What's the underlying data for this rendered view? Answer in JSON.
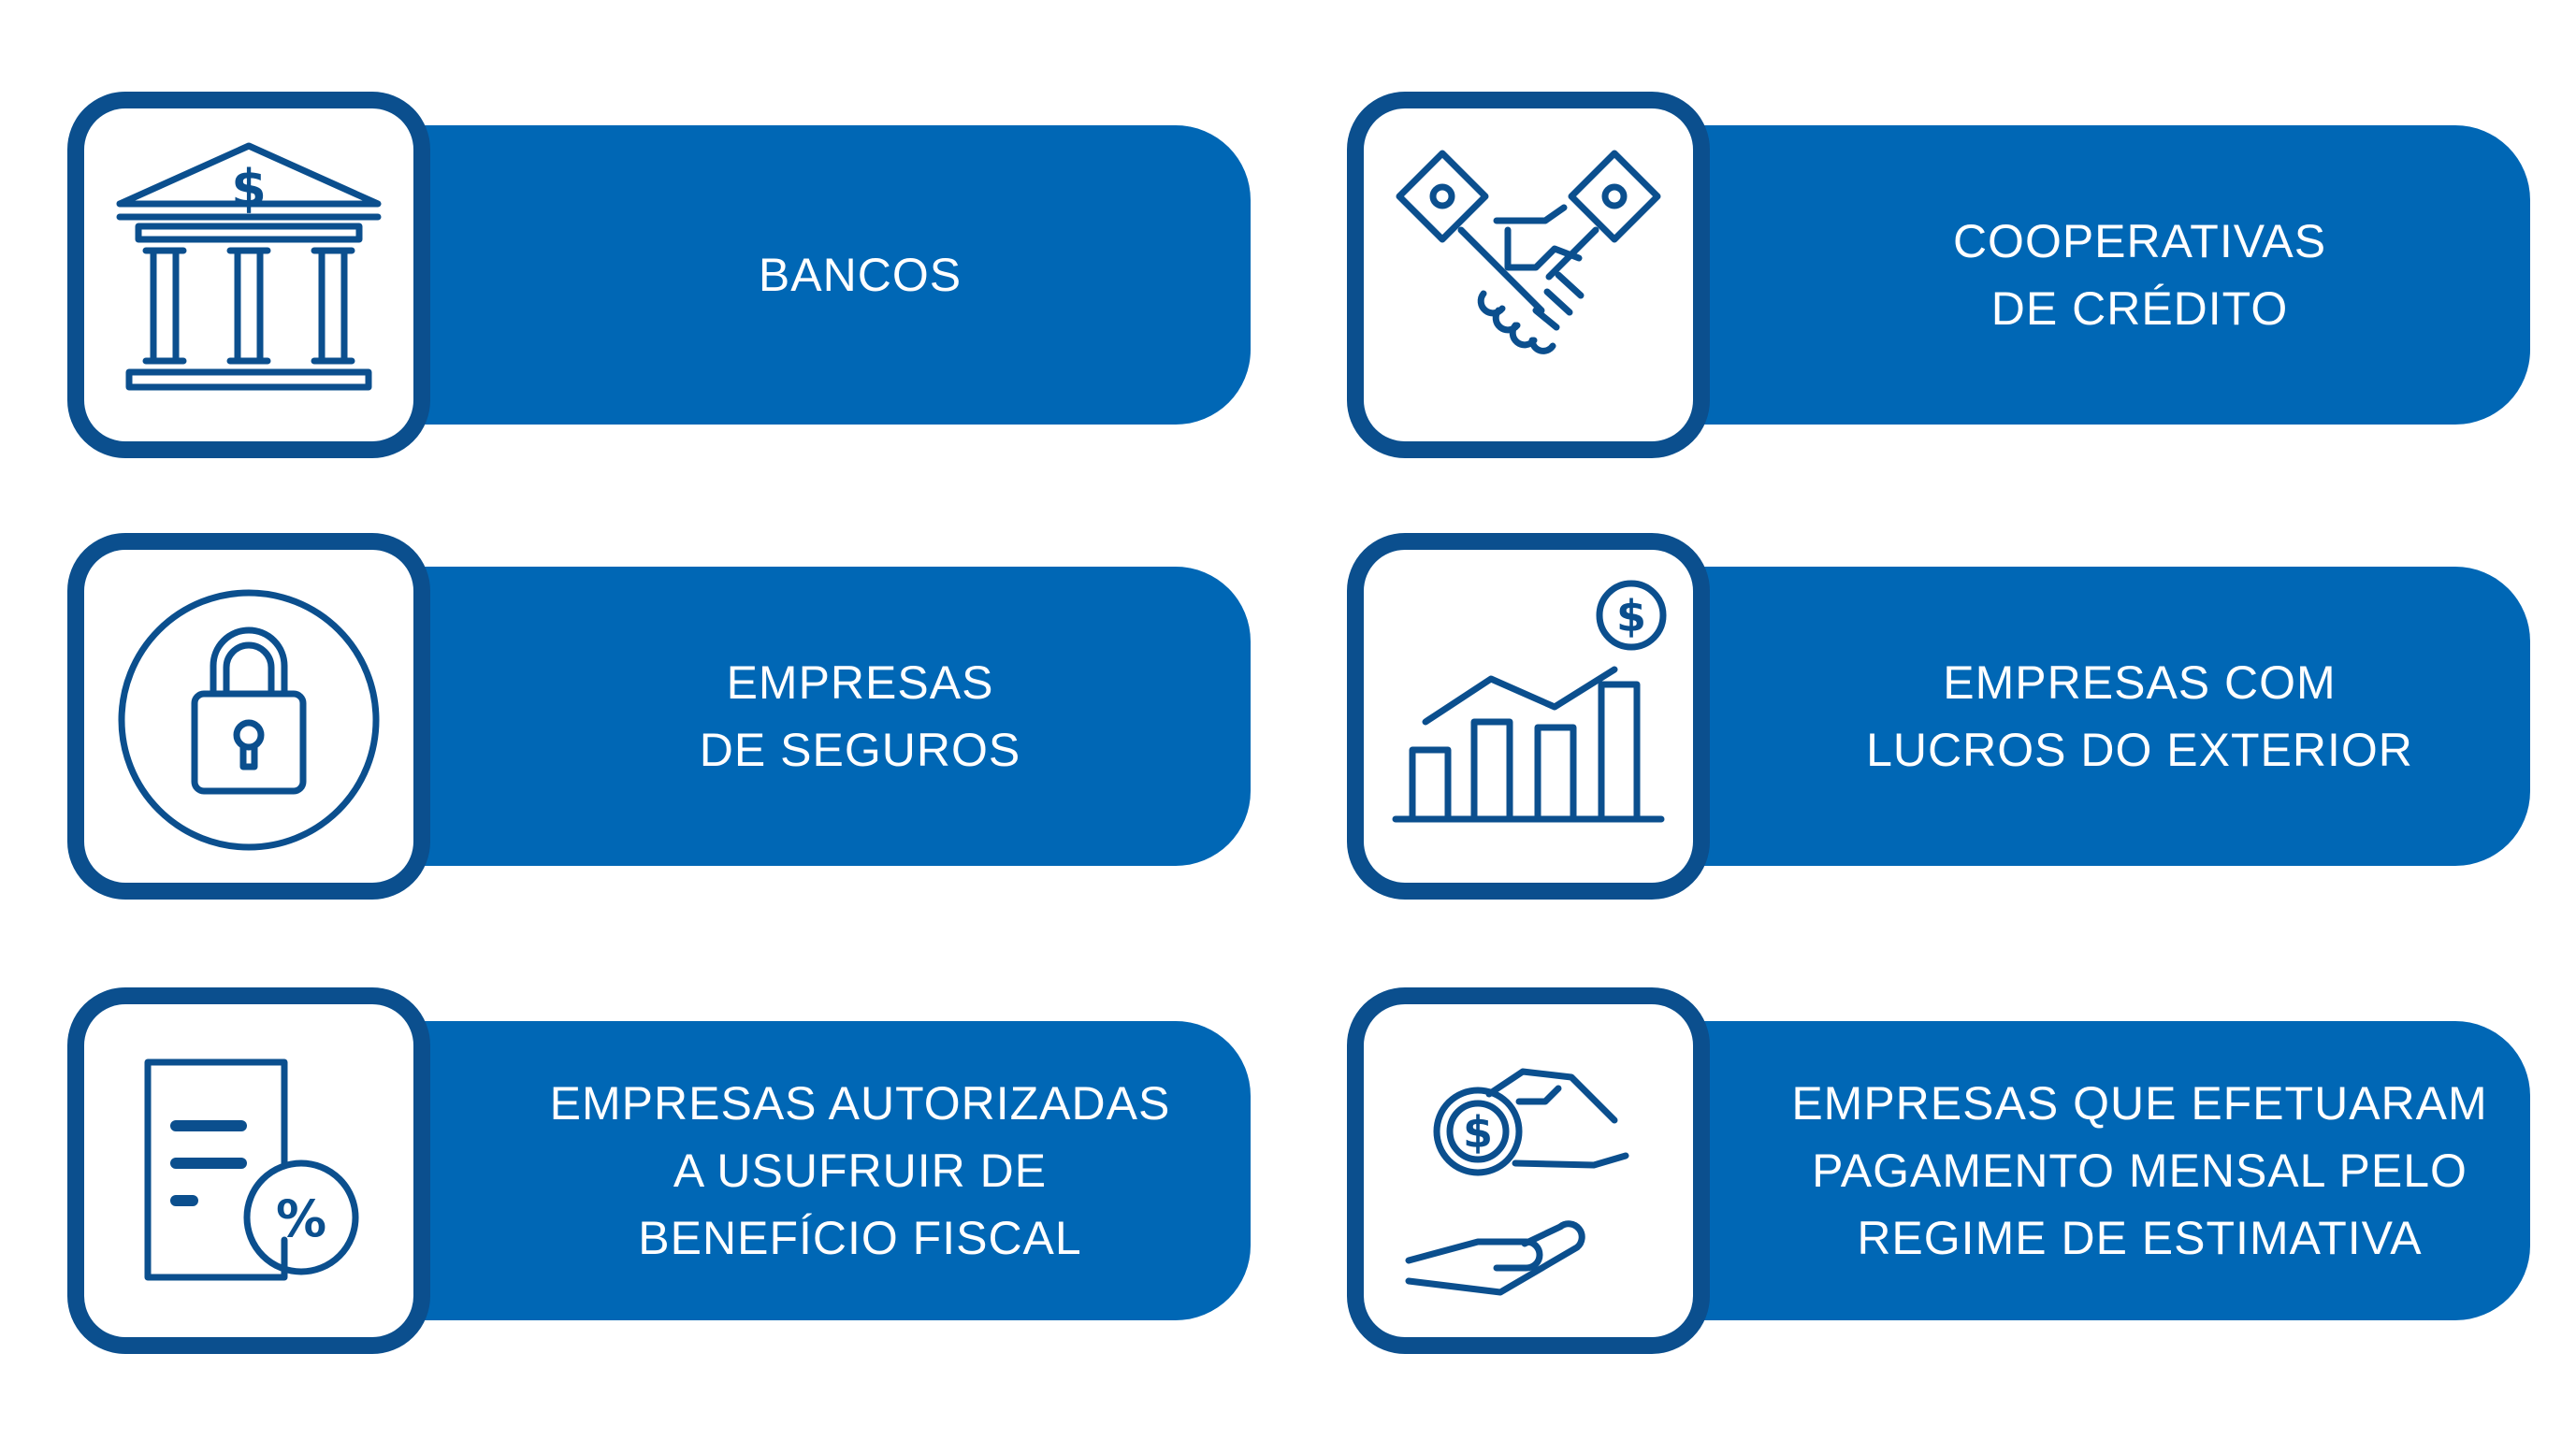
{
  "colors": {
    "pill": "#0067b5",
    "icon_border": "#0b4f8e",
    "background": "#ffffff",
    "text": "#ffffff"
  },
  "cards": [
    {
      "label": "BANCOS",
      "icon": "bank-icon"
    },
    {
      "label": "COOPERATIVAS\nDE CRÉDITO",
      "icon": "handshake-icon"
    },
    {
      "label": "EMPRESAS\nDE SEGUROS",
      "icon": "padlock-icon"
    },
    {
      "label": "EMPRESAS COM\nLUCROS DO EXTERIOR",
      "icon": "growth-chart-icon"
    },
    {
      "label": "EMPRESAS AUTORIZADAS\nA  USUFRUIR DE\nBENEFÍCIO FISCAL",
      "icon": "tax-document-icon"
    },
    {
      "label": "EMPRESAS QUE EFETUARAM\nPAGAMENTO MENSAL PELO\nREGIME DE ESTIMATIVA",
      "icon": "coin-hands-icon"
    }
  ],
  "icon_glyphs": {
    "dollar": "$",
    "percent": "%"
  }
}
